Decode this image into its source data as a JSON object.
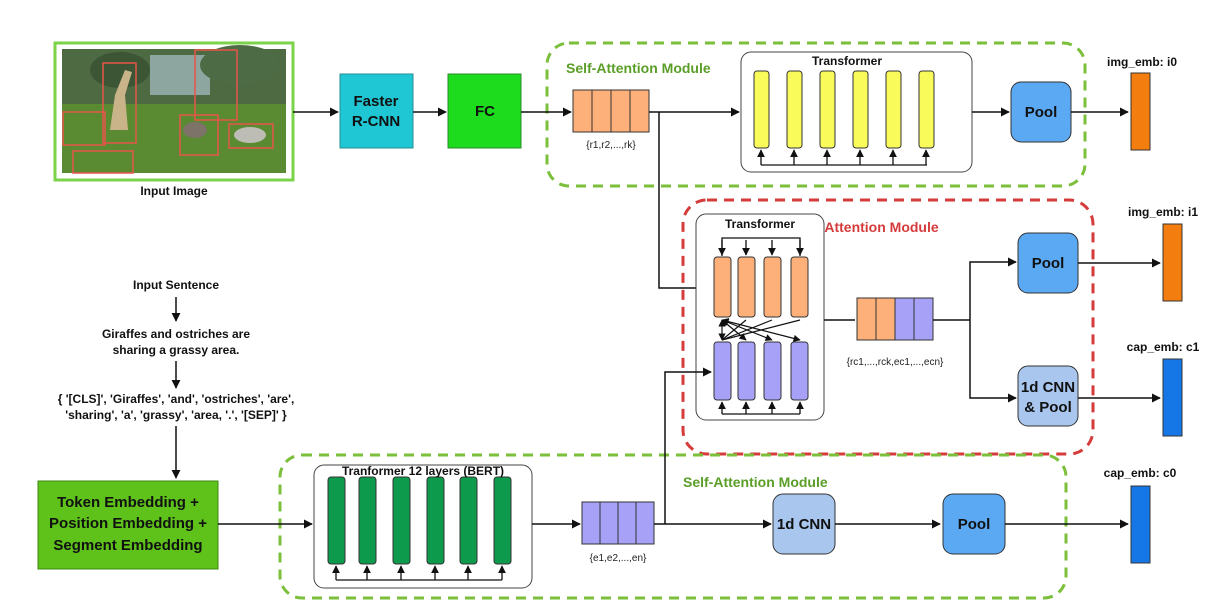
{
  "image_panel": {
    "caption": "Input Image"
  },
  "blocks": {
    "faster_rcnn": [
      "Faster",
      "R-CNN"
    ],
    "fc": "FC",
    "pool_self_img": "Pool",
    "pool_cross": "Pool",
    "cnn_pool_cross": [
      "1d CNN",
      "& Pool"
    ],
    "cnn_self_text": "1d CNN",
    "pool_self_text": "Pool",
    "embedding": [
      "Token Embedding +",
      "Position Embedding +",
      "Segment Embedding"
    ]
  },
  "modules": {
    "self_attention_img": "Self-Attention Module",
    "cross_attention": "Cross-Attention Module",
    "self_attention_text": "Self-Attention Module"
  },
  "transformers": {
    "img": "Transformer",
    "cross": "Transformer",
    "bert": "Tranformer 12 layers (BERT)"
  },
  "sets": {
    "region": "{r1,r2,...,rk}",
    "cross": "{rc1,...,rck,ec1,...,ecn}",
    "word": "{e1,e2,...,en}"
  },
  "text_input": {
    "title": "Input Sentence",
    "sentence": [
      "Giraffes and ostriches are",
      "sharing a grassy area."
    ],
    "tokens": [
      "{ '[CLS]', 'Giraffes', 'and', 'ostriches', 'are',",
      "'sharing', 'a', 'grassy', 'area, '.', '[SEP]' }"
    ]
  },
  "outputs": {
    "i0": "img_emb: i0",
    "i1": "img_emb: i1",
    "c1": "cap_emb: c1",
    "c0": "cap_emb: c0"
  },
  "colors": {
    "teal": "#1fc6d3",
    "green": "#1ddb1d",
    "orange_bar": "#fdb07a",
    "purple_bar": "#a7a2f7",
    "yellow_bar": "#f9fb5b",
    "bert_bar": "#0d9a4d",
    "pool_blue": "#5ba8f3",
    "light_blue": "#a8c6ee",
    "emb_green": "#5ec21b",
    "out_orange": "#f47d0f",
    "out_blue": "#1477e5",
    "module_green": "#7bbf3a",
    "module_red": "#d63b3b"
  }
}
